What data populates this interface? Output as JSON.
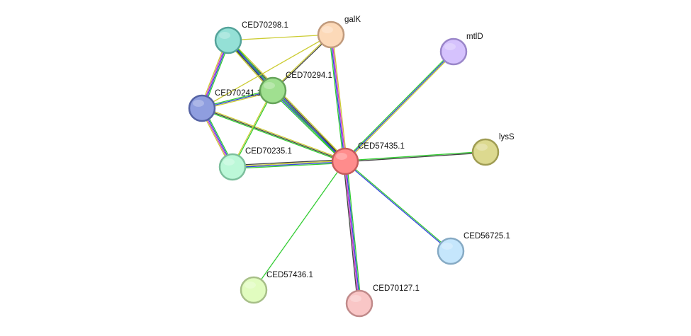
{
  "network": {
    "nodes": [
      {
        "id": "CED57435.1",
        "label": "CED57435.1",
        "color": "#ff8c8c",
        "stroke": "#c65c5c"
      },
      {
        "id": "galK",
        "label": "galK",
        "color": "#fcd9b8",
        "stroke": "#c09a7c"
      },
      {
        "id": "mtlD",
        "label": "mtlD",
        "color": "#d5c2fd",
        "stroke": "#9a86c9"
      },
      {
        "id": "lysS",
        "label": "lysS",
        "color": "#dcd98f",
        "stroke": "#9f9c52"
      },
      {
        "id": "CED56725.1",
        "label": "CED56725.1",
        "color": "#c5e6fc",
        "stroke": "#86aac4"
      },
      {
        "id": "CED70127.1",
        "label": "CED70127.1",
        "color": "#f9c6c6",
        "stroke": "#c08a8a"
      },
      {
        "id": "CED57436.1",
        "label": "CED57436.1",
        "color": "#e1fcbf",
        "stroke": "#a7bf88"
      },
      {
        "id": "CED70235.1",
        "label": "CED70235.1",
        "color": "#bcf8d8",
        "stroke": "#7cbf9c"
      },
      {
        "id": "CED70241.1",
        "label": "CED70241.1",
        "color": "#8f9edf",
        "stroke": "#5563a4"
      },
      {
        "id": "CED70294.1",
        "label": "CED70294.1",
        "color": "#a0e090",
        "stroke": "#66a45a"
      },
      {
        "id": "CED70298.1",
        "label": "CED70298.1",
        "color": "#94e0d6",
        "stroke": "#54a39a"
      }
    ],
    "edges": [
      {
        "source": "CED57435.1",
        "target": "mtlD",
        "colors": [
          "#33cc33",
          "#3344dd",
          "#cccc33"
        ]
      },
      {
        "source": "CED57435.1",
        "target": "lysS",
        "colors": [
          "#33cc33",
          "#444444"
        ]
      },
      {
        "source": "CED57435.1",
        "target": "CED56725.1",
        "colors": [
          "#33cc33",
          "#3344dd"
        ]
      },
      {
        "source": "CED57435.1",
        "target": "CED70127.1",
        "colors": [
          "#33cc33",
          "#3344dd",
          "#cc33cc",
          "#444444"
        ]
      },
      {
        "source": "CED57435.1",
        "target": "CED57436.1",
        "colors": [
          "#33cc33"
        ]
      },
      {
        "source": "CED57435.1",
        "target": "galK",
        "colors": [
          "#33cc33",
          "#3344dd",
          "#cc33cc",
          "#cccc33"
        ]
      },
      {
        "source": "CED57435.1",
        "target": "CED70235.1",
        "colors": [
          "#33cc33",
          "#3344dd",
          "#cccc33",
          "#444444"
        ]
      },
      {
        "source": "CED57435.1",
        "target": "CED70241.1",
        "colors": [
          "#33cc33",
          "#444444",
          "#cccc33"
        ]
      },
      {
        "source": "CED57435.1",
        "target": "CED70294.1",
        "colors": [
          "#33cc33",
          "#3344dd",
          "#444444",
          "#cccc33"
        ]
      },
      {
        "source": "CED57435.1",
        "target": "CED70298.1",
        "colors": [
          "#33cc33",
          "#3344dd",
          "#444444",
          "#cccc33"
        ]
      },
      {
        "source": "CED70294.1",
        "target": "galK",
        "colors": [
          "#cccc33",
          "#444444"
        ]
      },
      {
        "source": "CED70298.1",
        "target": "galK",
        "colors": [
          "#cccc33"
        ]
      },
      {
        "source": "CED70298.1",
        "target": "CED70294.1",
        "colors": [
          "#33cc33",
          "#3344dd",
          "#444444",
          "#cccc33"
        ]
      },
      {
        "source": "CED70298.1",
        "target": "CED70241.1",
        "colors": [
          "#33cc33",
          "#3344dd",
          "#cc33cc",
          "#cccc33"
        ]
      },
      {
        "source": "CED70241.1",
        "target": "CED70294.1",
        "colors": [
          "#33cc33",
          "#3344dd",
          "#cccc33"
        ]
      },
      {
        "source": "CED70241.1",
        "target": "CED70235.1",
        "colors": [
          "#33cc33",
          "#3344dd",
          "#cc33cc",
          "#cccc33"
        ]
      },
      {
        "source": "CED70294.1",
        "target": "CED70235.1",
        "colors": [
          "#33cc33",
          "#cccc33"
        ]
      },
      {
        "source": "CED70241.1",
        "target": "galK",
        "colors": [
          "#cccc33"
        ]
      }
    ]
  }
}
